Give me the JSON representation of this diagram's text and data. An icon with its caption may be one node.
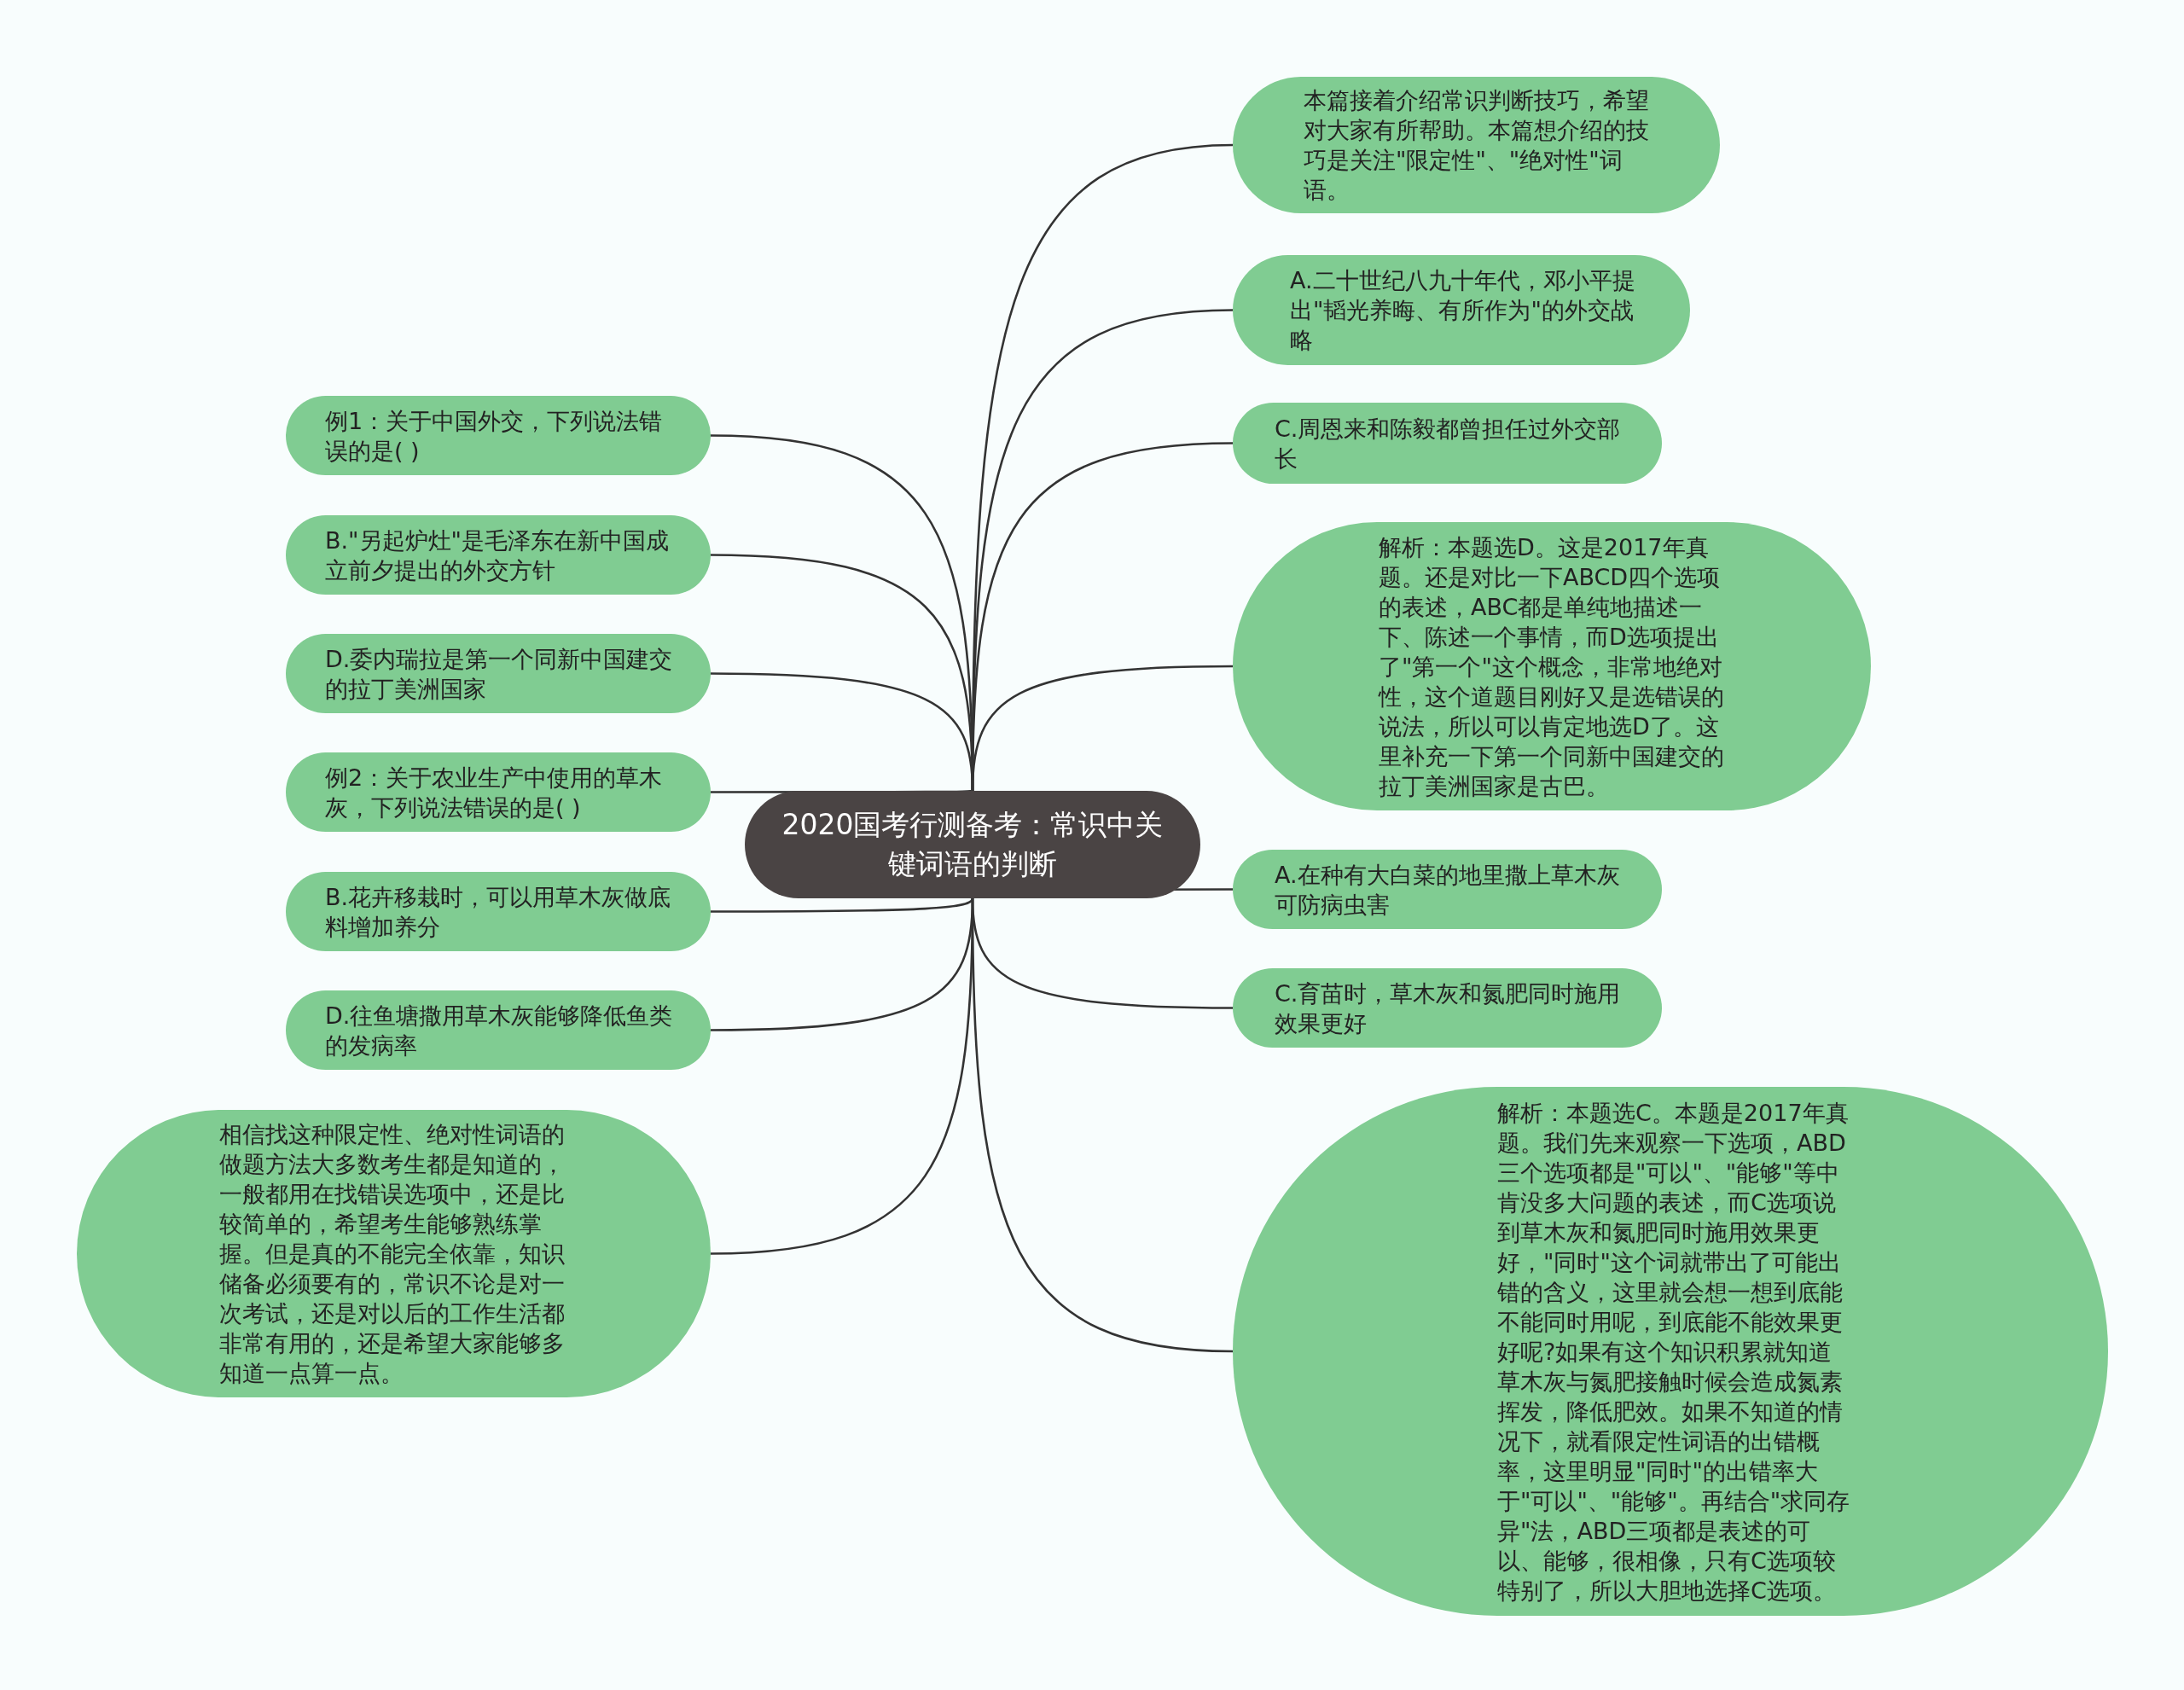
{
  "diagram": {
    "nodes": [
      {
        "text": [
          "2020国考行测备考：常识中关键词语的判断"
        ]
      },
      {
        "text": [
          "本篇接着介绍常识判断技巧，希望对大家有所帮助。本篇想介绍的技巧是关注\"限定性\"、\"绝对性\"词语。"
        ]
      },
      {
        "text": [
          "A.二十世纪八九十年代，邓小平提出\"韬光养晦、有所作为\"的外交战略"
        ]
      },
      {
        "text": [
          "C.周恩来和陈毅都曾担任过外交部长"
        ]
      },
      {
        "text": [
          "解析：本题选D。这是2017年真题。还是对比一下ABCD四个选项的表述，ABC都是单纯地描述一下、陈述一个事情，而D选项提出了\"第一个\"这个概念，非常地绝对性，这个道题目刚好又是选错误的说法，所以可以肯定地选D了。这里补充一下第一个同新中国建交的拉丁美洲国家是古巴。"
        ]
      },
      {
        "text": [
          "A.在种有大白菜的地里撒上草木灰可防病虫害"
        ]
      },
      {
        "text": [
          "C.育苗时，草木灰和氮肥同时施用效果更好"
        ]
      },
      {
        "text": [
          "解析：本题选C。本题是2017年真题。我们先来观察一下选项，ABD三个选项都是\"可以\"、\"能够\"等中肯没多大问题的表述，而C选项说到草木灰和氮肥同时施用效果更好，\"同时\"这个词就带出了可能出错的含义，这里就会想一想到底能不能同时用呢，到底能不能效果更好呢?如果有这个知识积累就知道草木灰与氮肥接触时候会造成氮素挥发，降低肥效。如果不知道的情况下，就看限定性词语的出错概率，这里明显\"同时\"的出错率大于\"可以\"、\"能够\"。再结合\"求同存异\"法，ABD三项都是表述的可以、能够，很相像，只有C选项较特别了，所以大胆地选择C选项。"
        ]
      },
      {
        "text": [
          "例1：关于中国外交，下列说法错误的是( )"
        ]
      },
      {
        "text": [
          "B.\"另起炉灶\"是毛泽东在新中国成立前夕提出的外交方针"
        ]
      },
      {
        "text": [
          "D.委内瑞拉是第一个同新中国建交的拉丁美洲国家"
        ]
      },
      {
        "text": [
          "例2：关于农业生产中使用的草木灰，下列说法错误的是( )"
        ]
      },
      {
        "text": [
          "B.花卉移栽时，可以用草木灰做底料增加养分"
        ]
      },
      {
        "text": [
          "D.往鱼塘撒用草木灰能够降低鱼类的发病率"
        ]
      },
      {
        "text": [
          "相信找这种限定性、绝对性词语的做题方法大多数考生都是知道的，一般都用在找错误选项中，还是比较简单的，希望考生能够熟练掌握。但是真的不能完全依靠，知识储备必须要有的，常识不论是对一次考试，还是对以后的工作生活都非常有用的，还是希望大家能够多知道一点算一点。"
        ]
      }
    ],
    "edges": [
      {
        "from": 0,
        "to": 1,
        "arrow": "none"
      },
      {
        "from": 0,
        "to": 2,
        "arrow": "none"
      },
      {
        "from": 0,
        "to": 3,
        "arrow": "none"
      },
      {
        "from": 0,
        "to": 4,
        "arrow": "none"
      },
      {
        "from": 0,
        "to": 5,
        "arrow": "none"
      },
      {
        "from": 0,
        "to": 6,
        "arrow": "none"
      },
      {
        "from": 0,
        "to": 7,
        "arrow": "none"
      },
      {
        "from": 0,
        "to": 8,
        "arrow": "none"
      },
      {
        "from": 0,
        "to": 9,
        "arrow": "none"
      },
      {
        "from": 0,
        "to": 10,
        "arrow": "none"
      },
      {
        "from": 0,
        "to": 11,
        "arrow": "none"
      },
      {
        "from": 0,
        "to": 12,
        "arrow": "none"
      },
      {
        "from": 0,
        "to": 13,
        "arrow": "none"
      },
      {
        "from": 0,
        "to": 14,
        "arrow": "none"
      }
    ]
  }
}
